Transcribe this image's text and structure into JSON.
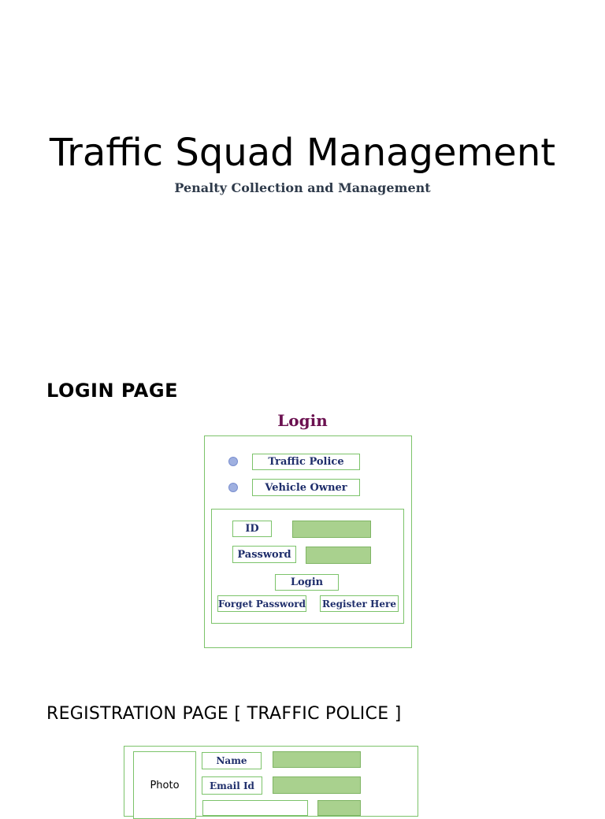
{
  "header": {
    "title": "Traffic Squad Management",
    "subtitle": "Penalty Collection and Management"
  },
  "login_section": {
    "heading": "LOGIN PAGE",
    "form_title": "Login",
    "roles": [
      "Traffic Police",
      "Vehicle Owner"
    ],
    "id_label": "ID",
    "password_label": "Password",
    "login_button": "Login",
    "forgot_link": "Forget Password",
    "register_link": "Register Here"
  },
  "registration_section": {
    "heading": "REGISTRATION PAGE [ TRAFFIC POLICE ]",
    "photo_label": "Photo",
    "name_label": "Name",
    "email_label": "Email Id"
  },
  "colors": {
    "border_green": "#7cc36a",
    "input_fill": "#a9d18e",
    "label_text": "#1f2e6b",
    "login_title": "#6b1150"
  }
}
